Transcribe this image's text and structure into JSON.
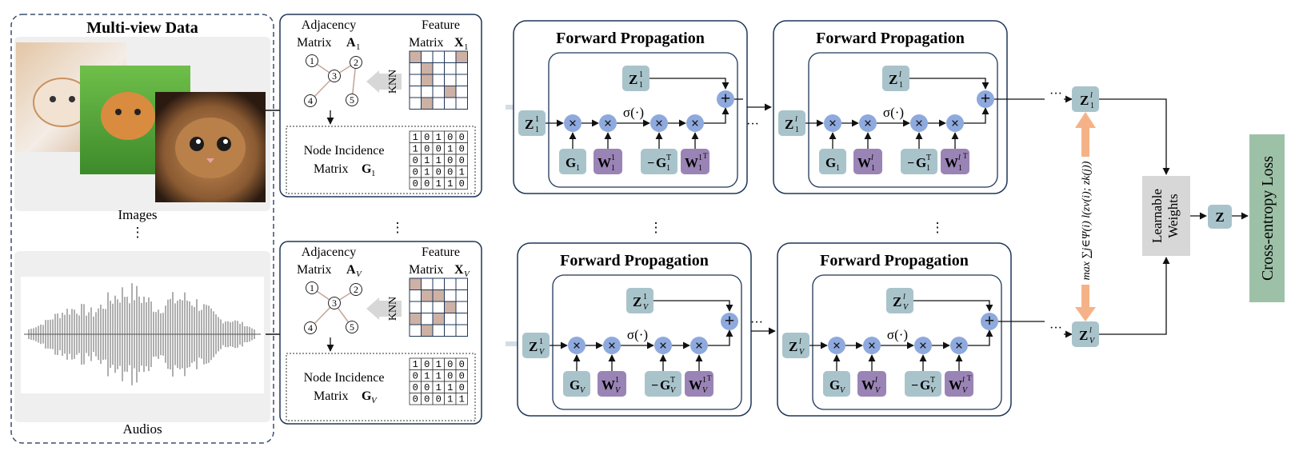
{
  "multiview": {
    "title": "Multi-view Data",
    "images_label": "Images",
    "audios_label": "Audios",
    "vdots": "⋮"
  },
  "graph": {
    "adjacency": "Adjacency",
    "matrix_word": "Matrix",
    "feature": "Feature",
    "knn": "KNN",
    "node_incidence": "Node Incidence",
    "A": "A",
    "X": "X",
    "G": "G",
    "view_sub_top": "1",
    "view_sub_bottom": "V",
    "incidence_top": [
      [
        1,
        0,
        1,
        0,
        0
      ],
      [
        1,
        0,
        0,
        1,
        0
      ],
      [
        0,
        1,
        1,
        0,
        0
      ],
      [
        0,
        1,
        0,
        0,
        1
      ],
      [
        0,
        0,
        1,
        1,
        0
      ]
    ],
    "incidence_bottom": [
      [
        1,
        0,
        1,
        0,
        0
      ],
      [
        0,
        1,
        1,
        0,
        0
      ],
      [
        0,
        0,
        1,
        1,
        0
      ],
      [
        0,
        0,
        0,
        1,
        1
      ]
    ],
    "nodes": [
      "1",
      "2",
      "3",
      "4",
      "5"
    ]
  },
  "fp": {
    "title": "Forward Propagation",
    "Z": "Z",
    "W": "W",
    "G": "G",
    "sigma": "σ(·)",
    "times": "×",
    "plus": "+",
    "neg": "−",
    "T": "T",
    "sup1": "1",
    "supl": "l",
    "ellipsis": "···",
    "vdots": "⋮"
  },
  "right": {
    "learnable": "Learnable",
    "weights": "Weights",
    "Z_final": "Z",
    "loss": "Cross-entropy Loss",
    "objective": "max ∑j∈Ψ(i) l(zv(i); zk(j))"
  },
  "colors": {
    "blue_box": "#a9c3cb",
    "purple_box": "#9a84b6",
    "op_circle": "#8ea9dd",
    "frame": "#1f3658",
    "loss_bg": "#9dc1a7",
    "gray_box": "#d7d7d7",
    "orange_arrow": "#f6b287",
    "light_arrow": "#d3dde8",
    "feature_fill": "#cdb1a4"
  }
}
